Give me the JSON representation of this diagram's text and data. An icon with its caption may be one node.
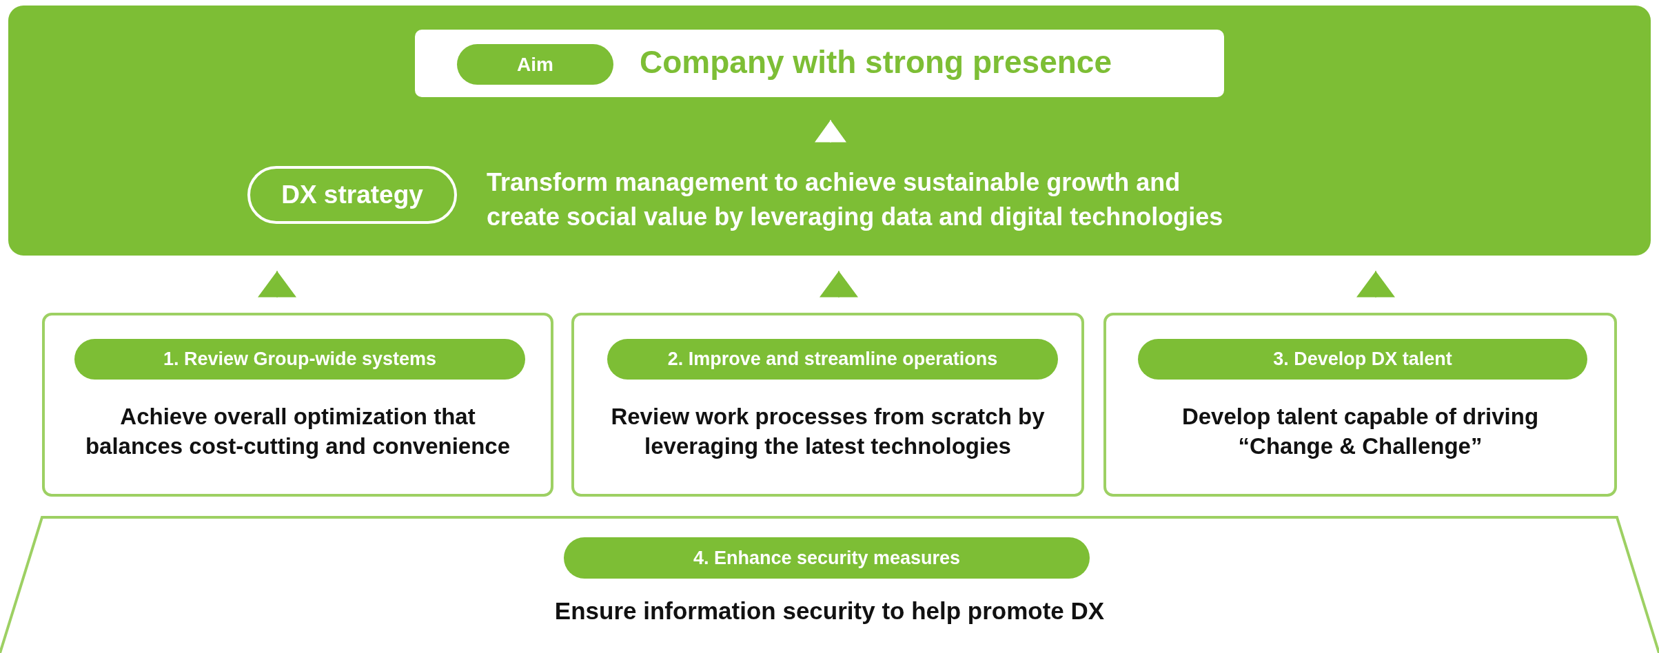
{
  "diagram": {
    "nodes": [
      {
        "text": [],
        "shape": "box"
      },
      {
        "text": [
          "Company with strong presence"
        ],
        "in": 0
      },
      {
        "text": [
          "Aim"
        ],
        "in": 1
      },
      {
        "text": [
          "DX strategy"
        ],
        "in": 0
      },
      {
        "text": [
          "Transform management to achieve sustainable growth and create social value by leveraging data and digital technologies"
        ],
        "in": 0
      },
      {
        "text": [
          "Achieve overall optimization that balances cost-cutting and convenience"
        ]
      },
      {
        "text": [
          "1. Review Group-wide systems"
        ],
        "in": 5
      },
      {
        "text": [
          "Review work processes from scratch by leveraging the latest technologies"
        ]
      },
      {
        "text": [
          "2. Improve and streamline operations"
        ],
        "in": 7
      },
      {
        "text": [
          "Develop talent capable of driving “Change & Challenge”"
        ]
      },
      {
        "text": [
          "3. Develop DX talent"
        ],
        "in": 9
      },
      {
        "text": [
          "Ensure information security to help promote DX"
        ]
      },
      {
        "text": [
          "4. Enhance security measures"
        ],
        "in": 11
      }
    ],
    "edges": [
      {
        "from": 4,
        "to": 1,
        "arrow": "to",
        "color": "#ffffff"
      },
      {
        "from": 5,
        "to": 0,
        "arrow": "to"
      },
      {
        "from": 7,
        "to": 0,
        "arrow": "to"
      },
      {
        "from": 9,
        "to": 0,
        "arrow": "to"
      }
    ]
  }
}
